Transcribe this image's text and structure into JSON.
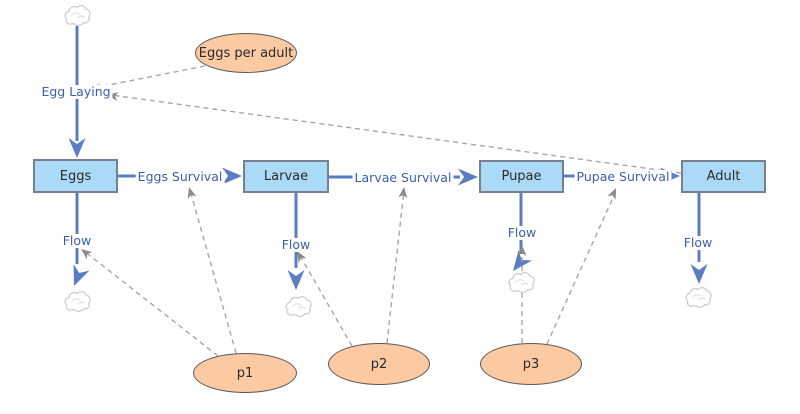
{
  "diagram": {
    "stocks": [
      {
        "id": "eggs",
        "label": "Eggs"
      },
      {
        "id": "larvae",
        "label": "Larvae"
      },
      {
        "id": "pupae",
        "label": "Pupae"
      },
      {
        "id": "adult",
        "label": "Adult"
      }
    ],
    "flows": {
      "egg_laying": "Egg Laying",
      "eggs_survival": "Eggs Survival",
      "larvae_survival": "Larvae Survival",
      "pupae_survival": "Pupae Survival",
      "outflow": "Flow"
    },
    "parameters": [
      {
        "id": "eggs-per-adult",
        "label": "Eggs per adult"
      },
      {
        "id": "p1",
        "label": "p1"
      },
      {
        "id": "p2",
        "label": "p2"
      },
      {
        "id": "p3",
        "label": "p3"
      }
    ],
    "colors": {
      "background": "#ffffff",
      "stock_fill": "#aadaf8",
      "stock_border": "#76818d",
      "flow_blue": "#5b7dc2",
      "label_blue": "#3c5fad",
      "param_fill": "#fbc9a2",
      "param_border": "#56575a",
      "link_gray": "#a6a6a6",
      "cloud_stroke": "#cfcfcf",
      "text_dark": "#2b2b2b"
    }
  }
}
